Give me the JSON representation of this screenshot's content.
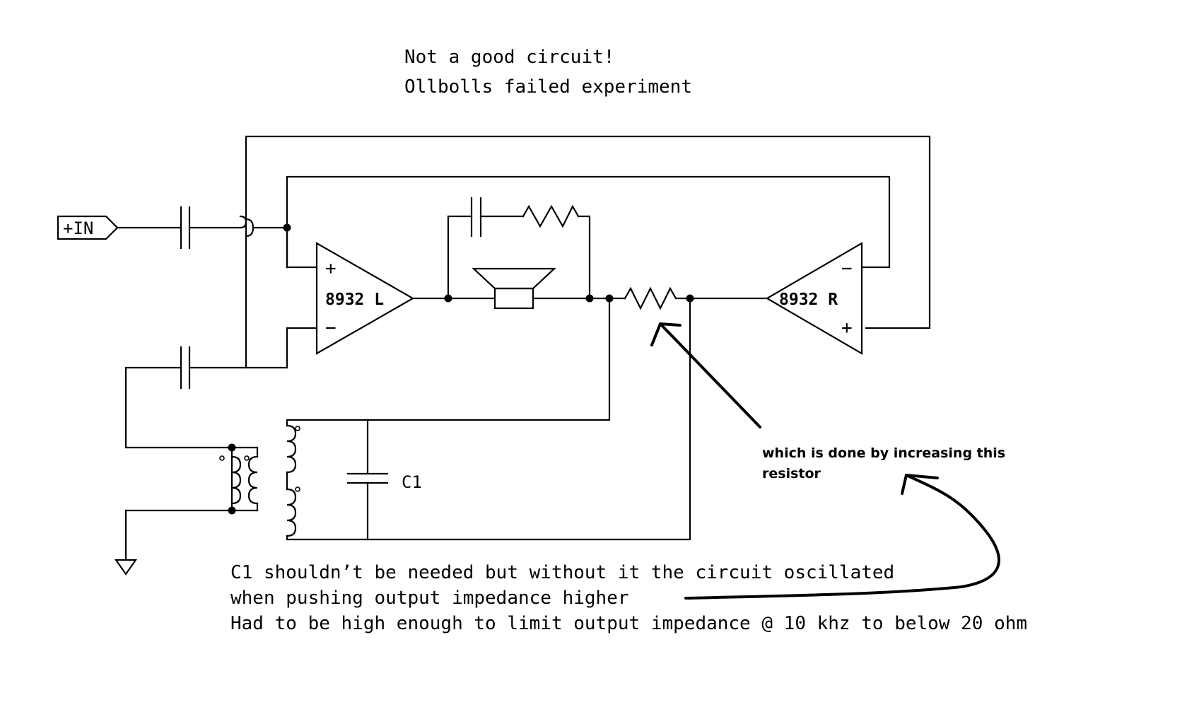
{
  "title": {
    "line1": "Not a good circuit!",
    "line2": "Ollbolls failed experiment"
  },
  "input_port": {
    "label": "+IN"
  },
  "amp_left": {
    "label": "8932 L",
    "plus": "+",
    "minus": "−"
  },
  "amp_right": {
    "label": "8932 R",
    "plus": "+",
    "minus": "−"
  },
  "capacitor_c1": {
    "label": "C1"
  },
  "annotations": {
    "resistor_note_line1": "which is done by increasing this",
    "resistor_note_line2": "resistor",
    "note_line1": "C1 shouldn’t be needed but without it the circuit oscillated",
    "note_line2": "when pushing output impedance higher",
    "note_line3": "Had to be high enough to limit output impedance @ 10 khz to below 20 ohm"
  }
}
